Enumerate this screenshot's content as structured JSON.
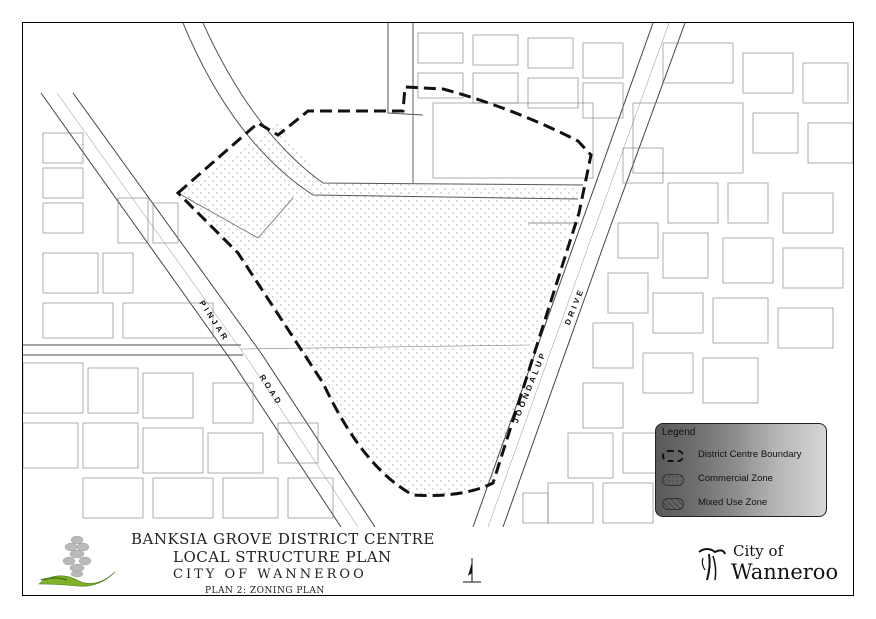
{
  "map": {
    "roads": {
      "pinjar_1": "PINJAR",
      "pinjar_2": "ROAD",
      "joondalup_1": "JOONDALUP",
      "joondalup_2": "DRIVE"
    }
  },
  "legend": {
    "title": "Legend",
    "items": [
      {
        "label": "District Centre Boundary",
        "symbol": "dashed-boundary"
      },
      {
        "label": "Commercial Zone",
        "symbol": "dotted-fill"
      },
      {
        "label": "Mixed Use Zone",
        "symbol": "hatched-fill"
      }
    ]
  },
  "title_block": {
    "line1": "BANKSIA GROVE DISTRICT CENTRE",
    "line2": "LOCAL STRUCTURE PLAN",
    "line3": "CITY OF WANNEROO",
    "line4": "PLAN 2: ZONING PLAN"
  },
  "logo": {
    "city_of": "City of",
    "name": "Wanneroo"
  },
  "icons": {
    "north_arrow": "north-arrow-icon",
    "banksia_logo": "banksia-logo-icon",
    "council_logo": "wanneroo-logo-icon"
  }
}
